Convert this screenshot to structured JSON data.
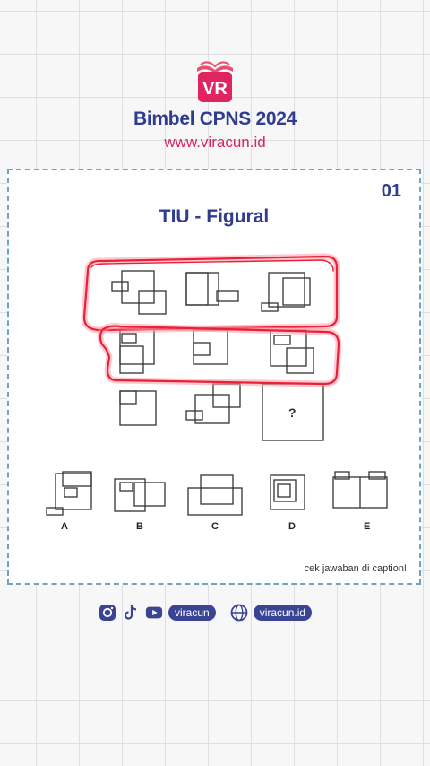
{
  "brand": {
    "logo_text": "VR",
    "title": "Bimbel CPNS 2024",
    "website": "www.viracun.id"
  },
  "card": {
    "number": "01",
    "title": "TIU - Figural",
    "question_mark": "?",
    "options": [
      "A",
      "B",
      "C",
      "D",
      "E"
    ],
    "caption": "cek jawaban di caption!"
  },
  "footer": {
    "social_handle": "viracun",
    "web_handle": "viracun.id",
    "icons": [
      "instagram-icon",
      "tiktok-icon",
      "youtube-icon",
      "globe-icon"
    ]
  },
  "colors": {
    "navy": "#2f3c8f",
    "pink": "#d8245f",
    "highlight_red": "#e8203a",
    "border_blue": "#6fa3c4"
  }
}
